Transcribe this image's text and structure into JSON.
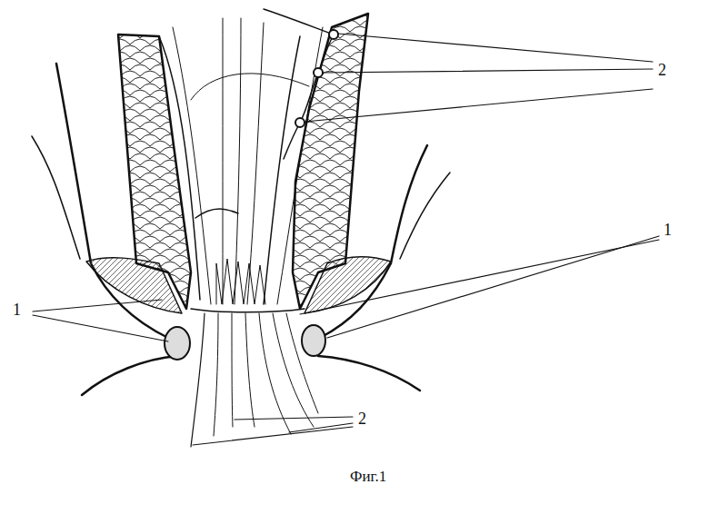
{
  "diagram": {
    "caption": "Фиг.1",
    "labels": [
      "2",
      "1",
      "1",
      "2"
    ]
  }
}
